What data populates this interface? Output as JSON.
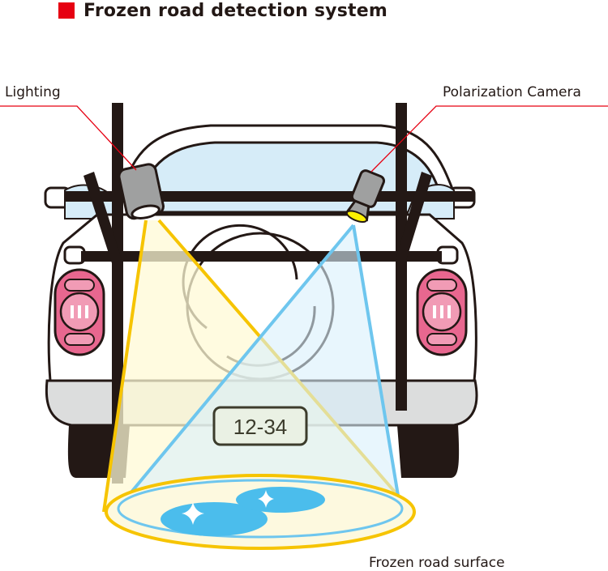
{
  "title": "Frozen road detection system",
  "labels": {
    "lighting": "Lighting",
    "camera": "Polarization Camera",
    "surface": "Frozen road surface"
  },
  "license_plate": "12-34",
  "colors": {
    "title_square": "#e60012",
    "leader_line": "#e60012",
    "lighting_beam": "#f6c400",
    "camera_beam": "#6ec6ee",
    "ice": "#4bbdec",
    "window": "#d6ecf8",
    "tail_light": "#e8678f",
    "frame": "#231815"
  }
}
